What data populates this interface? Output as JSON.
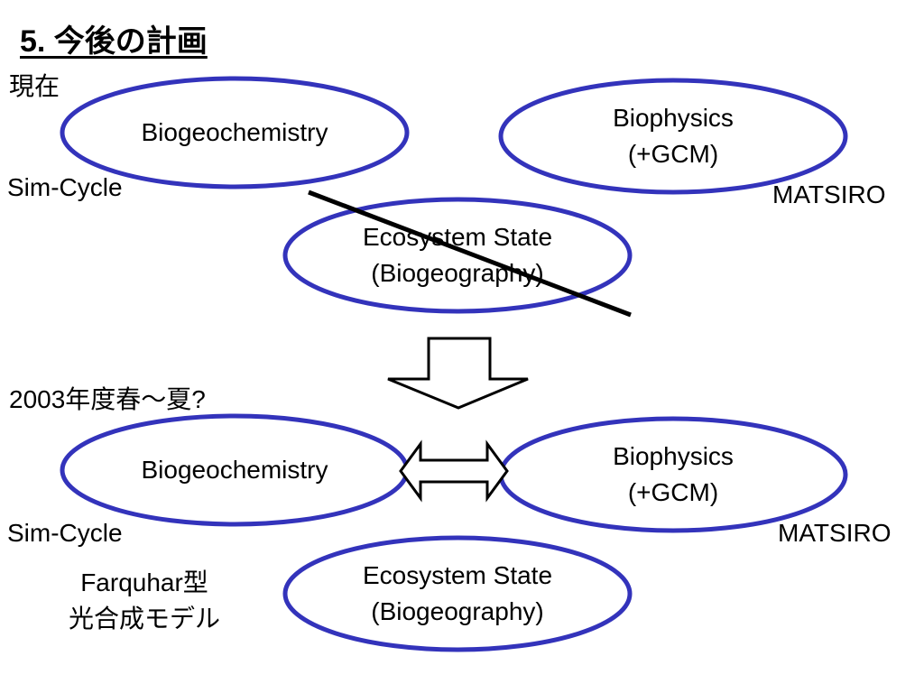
{
  "title": "5. 今後の計画",
  "current": {
    "label": "現在",
    "biogeochemistry": "Biogeochemistry",
    "biophysics_line1": "Biophysics",
    "biophysics_line2": "(+GCM)",
    "ecosystem_line1": "Ecosystem State",
    "ecosystem_line2": "(Biogeography)",
    "sim_cycle": "Sim-Cycle",
    "matsiro": "MATSIRO"
  },
  "future": {
    "label": "2003年度春～夏?",
    "biogeochemistry": "Biogeochemistry",
    "biophysics_line1": "Biophysics",
    "biophysics_line2": "(+GCM)",
    "ecosystem_line1": "Ecosystem State",
    "ecosystem_line2": "(Biogeography)",
    "sim_cycle": "Sim-Cycle",
    "matsiro": "MATSIRO",
    "farquhar_line1": "Farquhar型",
    "farquhar_line2": "光合成モデル"
  },
  "colors": {
    "ellipse_stroke": "#3333bb",
    "line": "#000000"
  }
}
